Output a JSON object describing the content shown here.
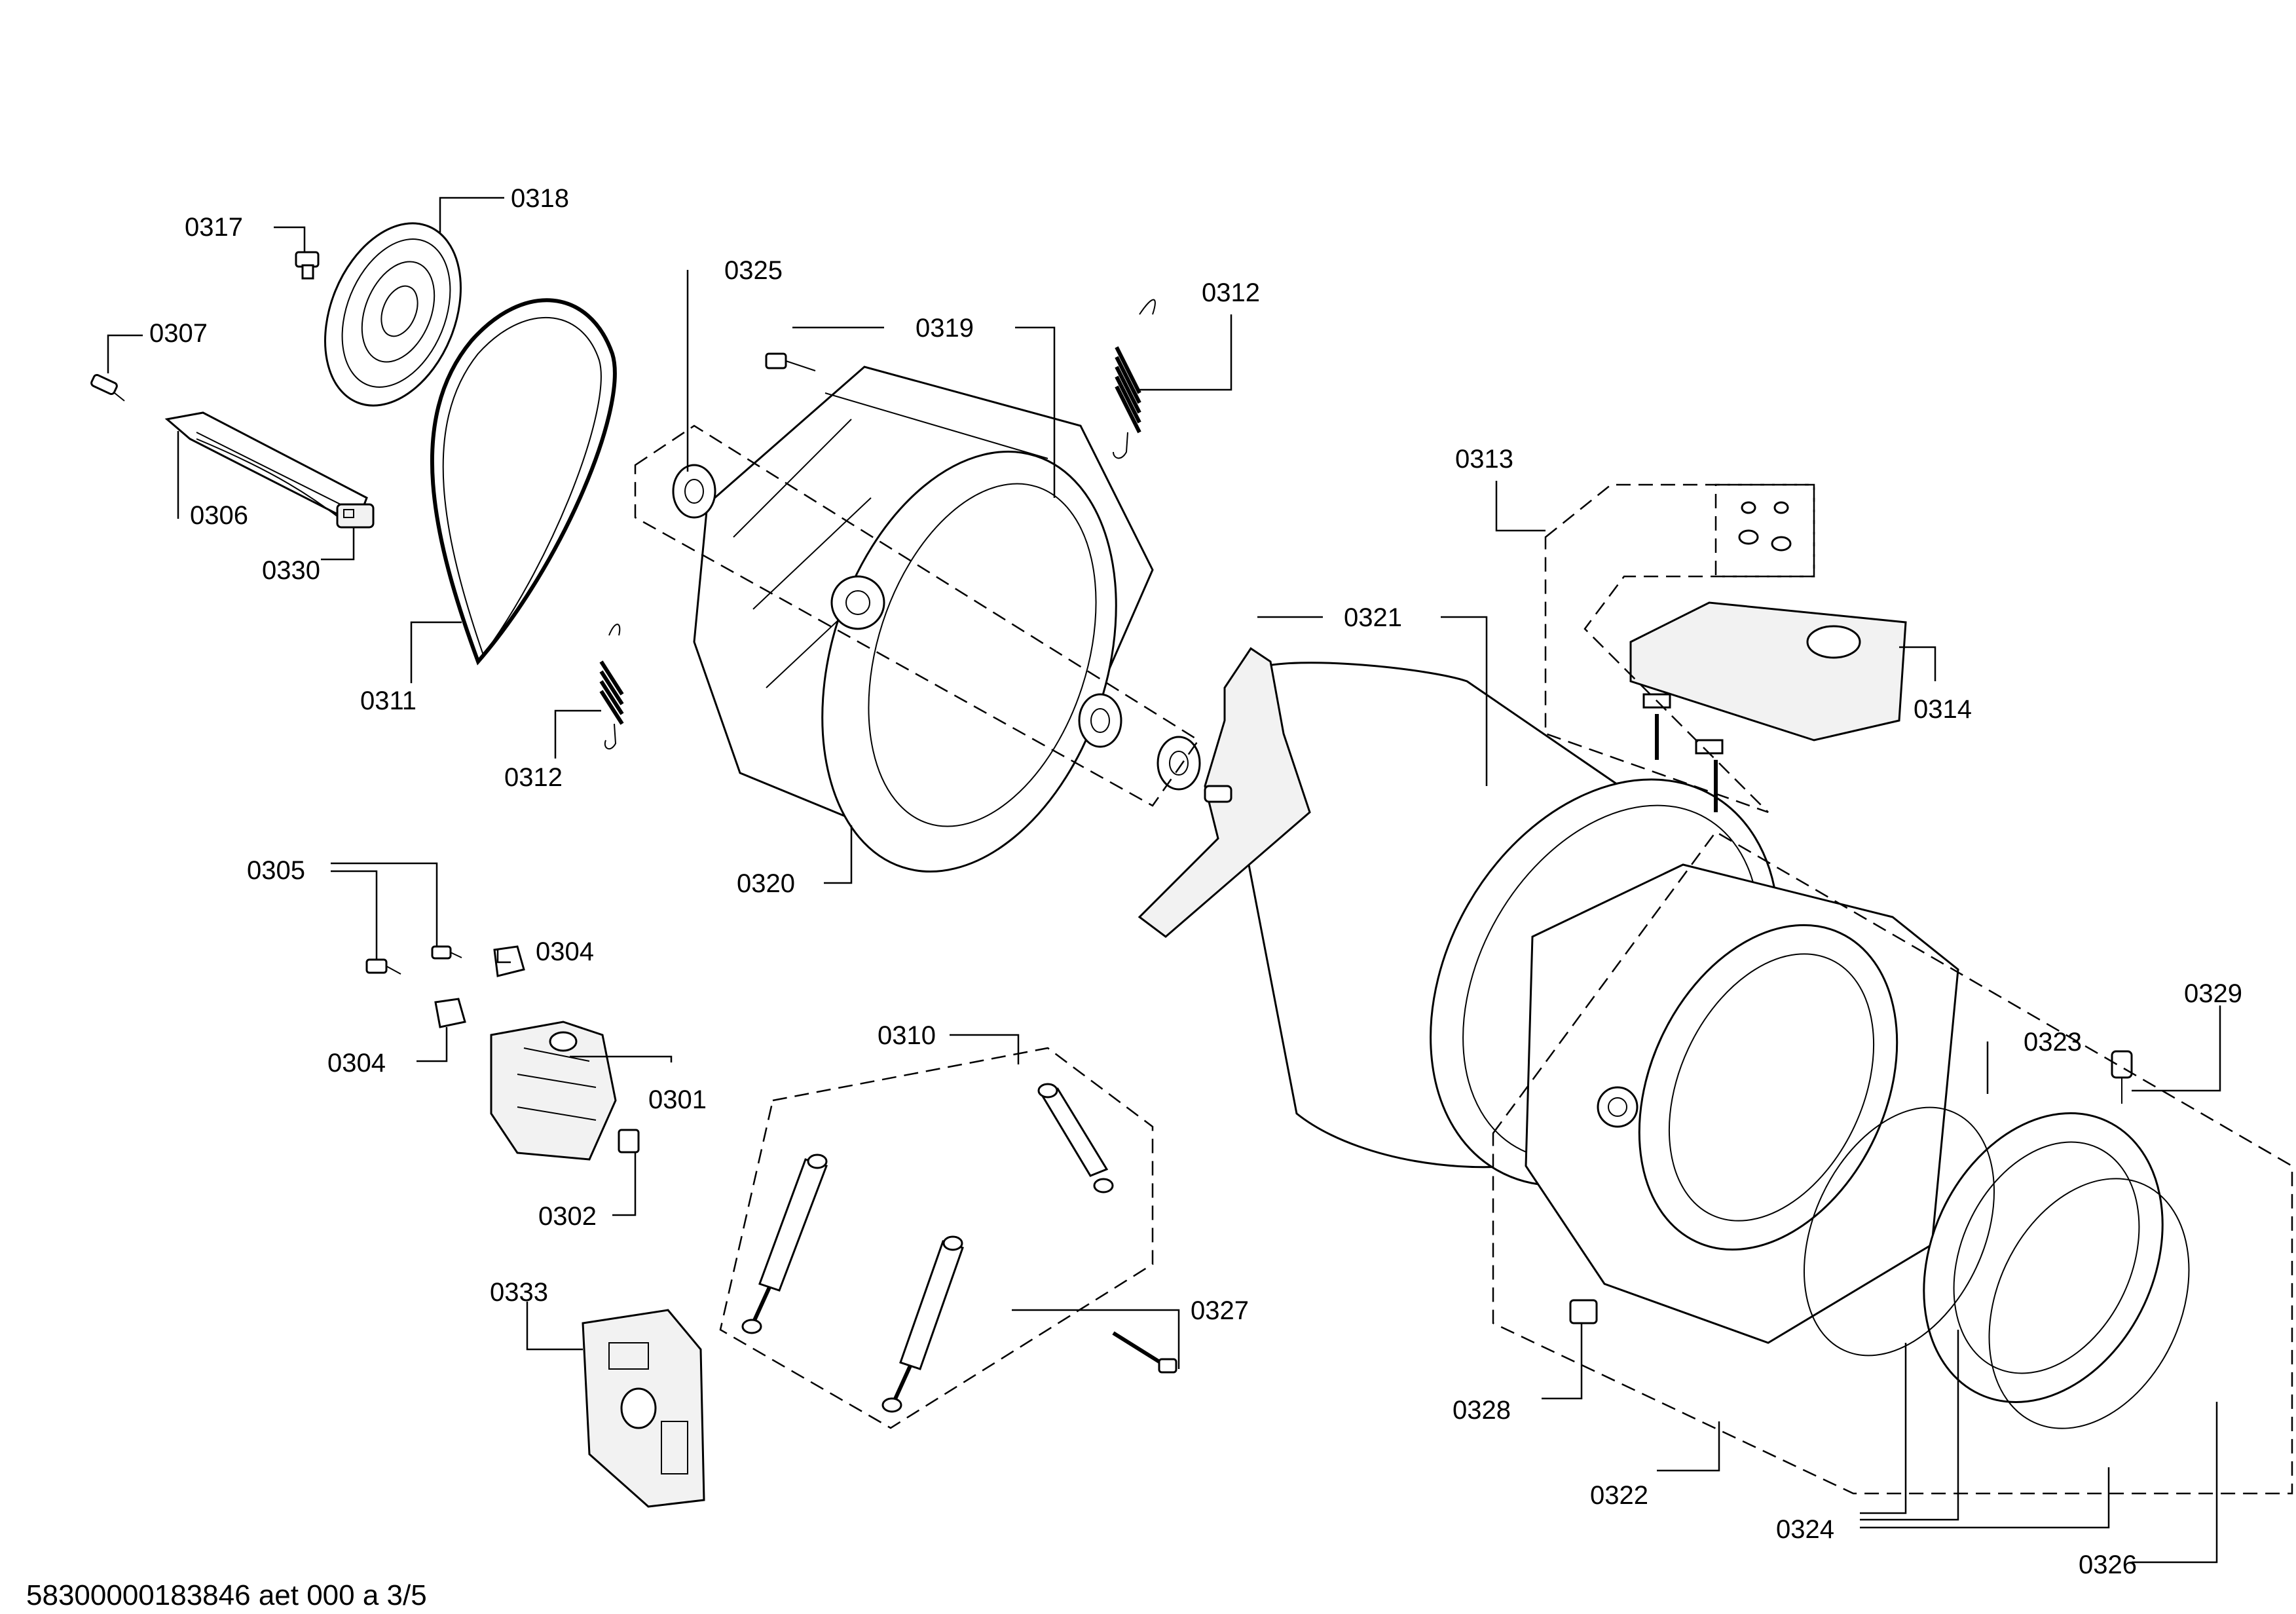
{
  "footer": "58300000183846 aet 000 a 3/5",
  "callouts": {
    "c0301": "0301",
    "c0302": "0302",
    "c0304a": "0304",
    "c0304b": "0304",
    "c0305": "0305",
    "c0306": "0306",
    "c0307": "0307",
    "c0310": "0310",
    "c0311": "0311",
    "c0312a": "0312",
    "c0312b": "0312",
    "c0313": "0313",
    "c0314": "0314",
    "c0317": "0317",
    "c0318": "0318",
    "c0319": "0319",
    "c0320": "0320",
    "c0321": "0321",
    "c0322": "0322",
    "c0323": "0323",
    "c0324": "0324",
    "c0325": "0325",
    "c0326": "0326",
    "c0327": "0327",
    "c0328": "0328",
    "c0329": "0329",
    "c0330": "0330",
    "c0333": "0333"
  }
}
